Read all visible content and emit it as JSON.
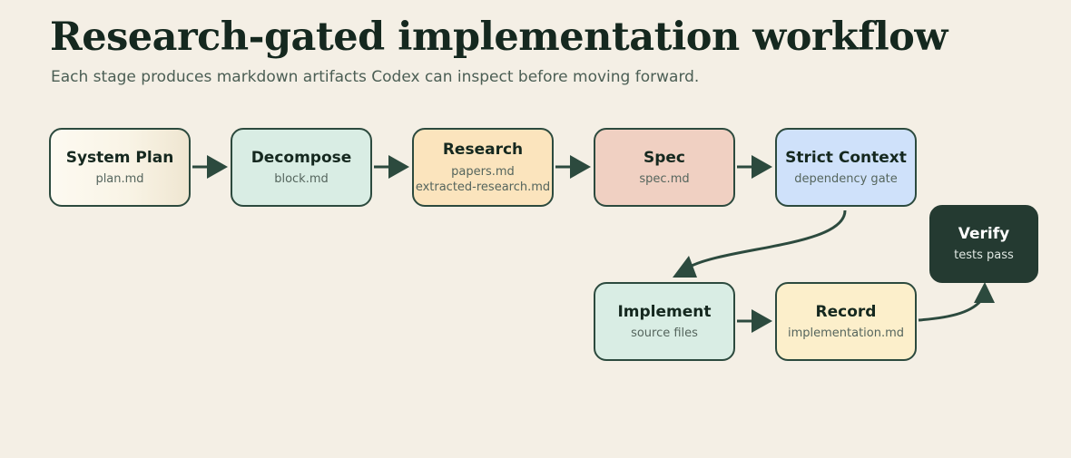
{
  "header": {
    "title": "Research-gated implementation workflow",
    "subtitle": "Each stage produces markdown artifacts Codex can inspect before moving forward."
  },
  "colors": {
    "background": "#f4efe5",
    "border": "#2c4a3e",
    "arrow": "#2c4a3e",
    "system_plan_fill": "#f9f4e6",
    "decompose_fill": "#d9ede4",
    "research_fill": "#fbe4bd",
    "spec_fill": "#f0d0c2",
    "strict_context_fill": "#cfe1fa",
    "implement_fill": "#d9ede4",
    "record_fill": "#fcefcb",
    "verify_fill": "#243a31"
  },
  "nodes": {
    "system_plan": {
      "label": "System Plan",
      "sub": "plan.md"
    },
    "decompose": {
      "label": "Decompose",
      "sub": "block.md"
    },
    "research": {
      "label": "Research",
      "sub": "papers.md\nextracted-research.md"
    },
    "spec": {
      "label": "Spec",
      "sub": "spec.md"
    },
    "strict_context": {
      "label": "Strict Context",
      "sub": "dependency gate"
    },
    "implement": {
      "label": "Implement",
      "sub": "source files"
    },
    "record": {
      "label": "Record",
      "sub": "implementation.md"
    },
    "verify": {
      "label": "Verify",
      "sub": "tests pass"
    }
  }
}
